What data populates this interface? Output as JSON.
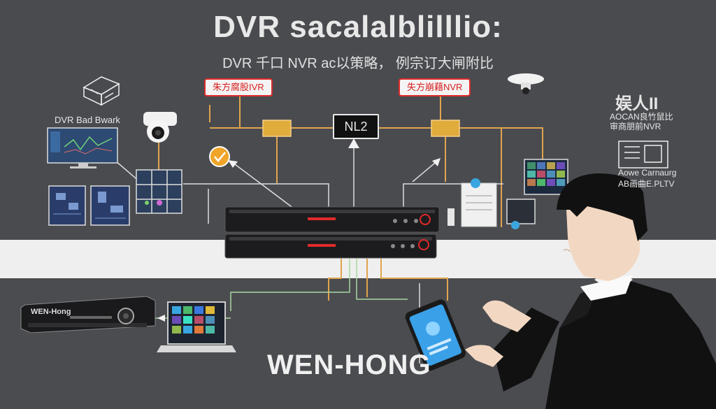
{
  "title": "DVR sacalalblilllio:",
  "subtitle": "DVR 千口 NVR ac以策略，  例宗订大闸附比",
  "tags": {
    "left": "朱方腐股IVR",
    "right": "失方崩藉NVR"
  },
  "hub_label": "NL2",
  "left_device_label": "DVR Bad Bwark",
  "right_labels": {
    "heading": "娱人II",
    "line1": "AOCAN良竹鼠比",
    "line2": "审商朋前NVR",
    "line3": "Aowe Carnaurg",
    "line4": "AB画曲E.PLTV"
  },
  "device_brand": "WEN-Hong",
  "brand": "WEN-HONG",
  "colors": {
    "background": "#4a4b4f",
    "band": "#efefef",
    "wire_orange": "#e1a44d",
    "wire_white": "#dddddd",
    "wire_green": "#a8d8a0",
    "tag_red": "#e02b2b",
    "check_orange": "#f0a52a"
  },
  "icons": [
    "storage-box-icon",
    "dome-camera-icon",
    "monitor-chart-icon",
    "grid-panel-icon",
    "circuit-board-icon",
    "check-icon",
    "ceiling-camera-icon",
    "document-icon",
    "camera-grid-monitor-icon",
    "tablet-doc-icon",
    "pen-icon",
    "switch-icon",
    "cursor-icon",
    "dvr-recorder-icon",
    "laptop-icon",
    "smartphone-icon",
    "person-illustration"
  ]
}
